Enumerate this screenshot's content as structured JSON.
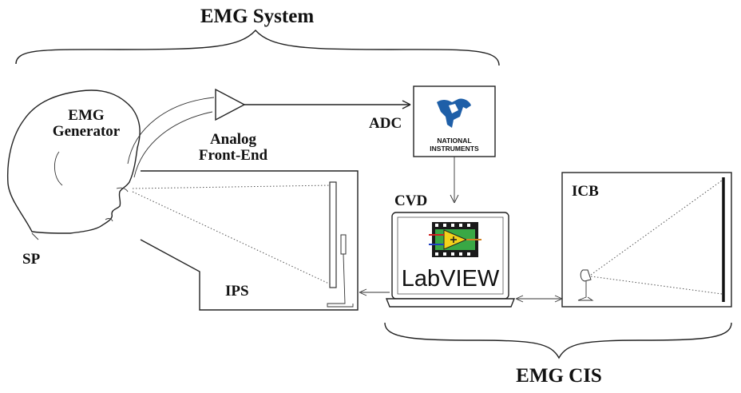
{
  "labels": {
    "emg_system": "EMG System",
    "emg_generator_line1": "EMG",
    "emg_generator_line2": "Generator",
    "analog_line1": "Analog",
    "analog_line2": "Front-End",
    "adc": "ADC",
    "cvd": "CVD",
    "icb": "ICB",
    "sp": "SP",
    "ips": "IPS",
    "emg_cis": "EMG CIS"
  },
  "logos": {
    "ni_line1": "NATIONAL",
    "ni_line2": "INSTRUMENTS",
    "labview": "LabVIEW"
  },
  "colors": {
    "ni_blue": "#1e5fa8",
    "labview_yellow": "#f2d21b",
    "labview_green": "#39a845"
  }
}
